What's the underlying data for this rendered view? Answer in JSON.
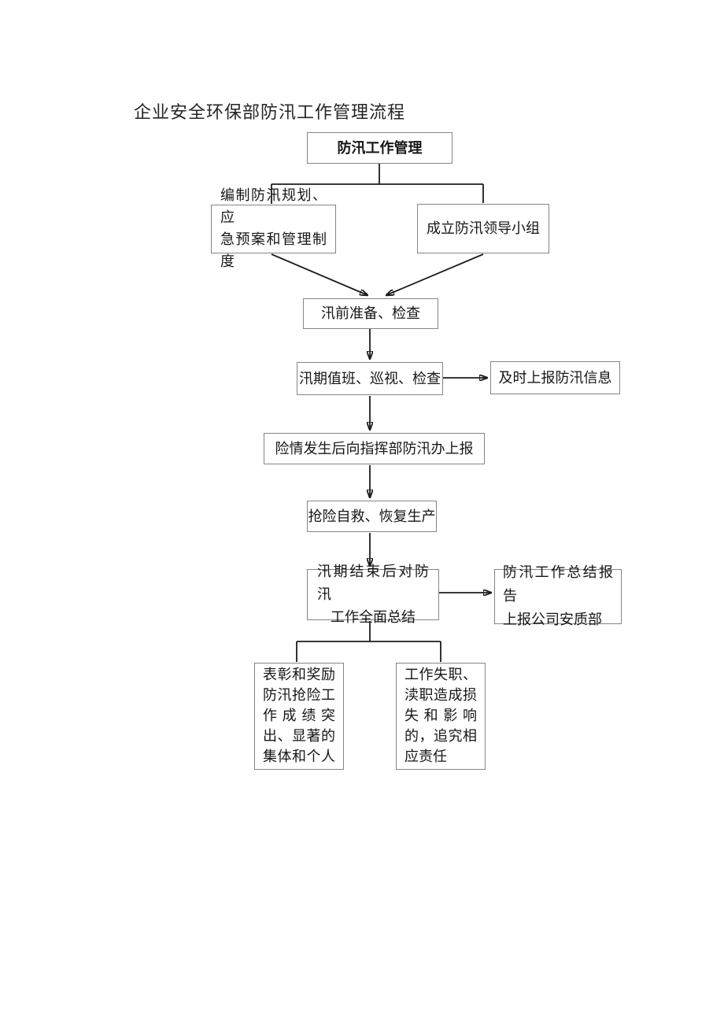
{
  "page": {
    "title": "企业安全环保部防汛工作管理流程"
  },
  "flowchart": {
    "nodes": {
      "root": {
        "label": "防汛工作管理"
      },
      "plan": {
        "lines": [
          "编制防汛规划、应",
          "急预案和管理制度"
        ]
      },
      "team": {
        "label": "成立防汛领导小组"
      },
      "prepare": {
        "label": "汛前准备、检查"
      },
      "duty": {
        "label": "汛期值班、巡视、检查"
      },
      "info": {
        "label": "及时上报防汛信息"
      },
      "danger": {
        "label": "险情发生后向指挥部防汛办上报"
      },
      "rescue": {
        "label": "抢险自救、恢复生产"
      },
      "summary": {
        "lines": [
          "汛期结束后对防汛",
          "工作全面总结"
        ]
      },
      "report": {
        "lines": [
          "防汛工作总结报告",
          "上报公司安质部"
        ]
      },
      "reward": {
        "lines": [
          "表彰和奖励",
          "防汛抢险工",
          "作成绩突",
          "出、显著的",
          "集体和个人"
        ]
      },
      "punish": {
        "lines": [
          "工作失职、",
          "渎职造成损",
          "失和影响",
          "的，追究相",
          "应责任"
        ]
      }
    },
    "colors": {
      "background": "#ffffff",
      "line": "#1c1c1c",
      "box_border": "#858585",
      "text": "#161616"
    }
  }
}
